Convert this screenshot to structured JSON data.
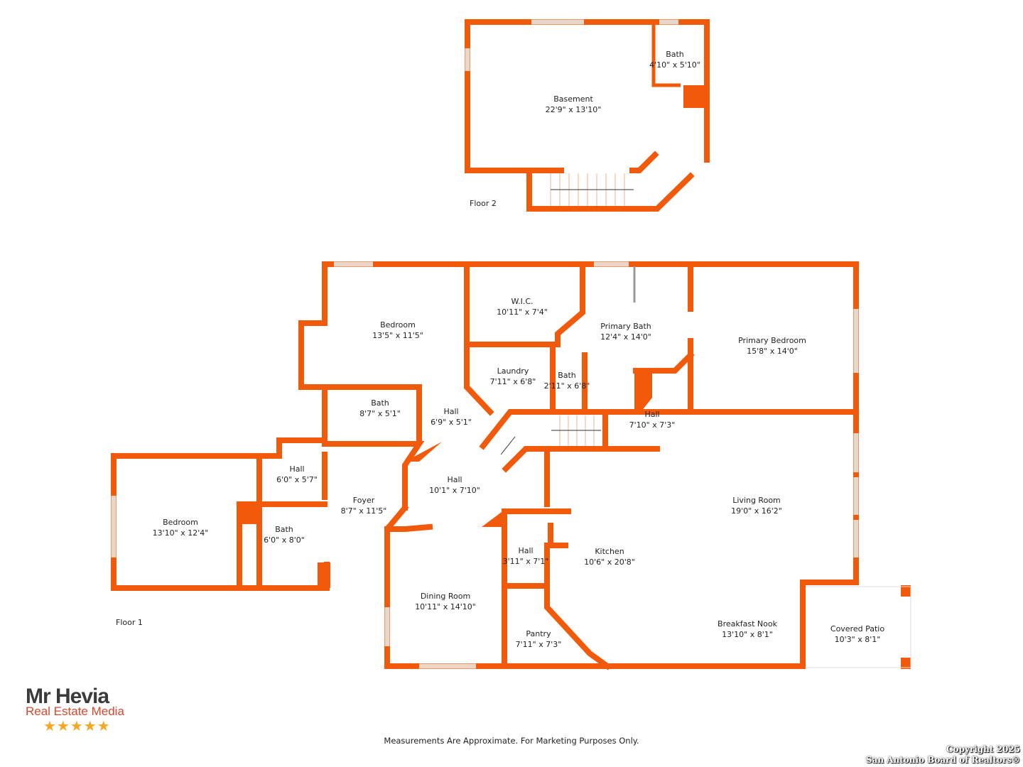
{
  "floors": {
    "floor2": "Floor 2",
    "floor1": "Floor 1"
  },
  "rooms": [
    {
      "name": "Basement",
      "dims": "22'9\" x 13'10\""
    },
    {
      "name": "Bath",
      "dims": "4'10\" x 5'10\""
    },
    {
      "name": "Bedroom",
      "dims": "13'5\" x 11'5\""
    },
    {
      "name": "W.I.C.",
      "dims": "10'11\" x 7'4\""
    },
    {
      "name": "Primary Bath",
      "dims": "12'4\" x 14'0\""
    },
    {
      "name": "Primary Bedroom",
      "dims": "15'8\" x 14'0\""
    },
    {
      "name": "Laundry",
      "dims": "7'11\" x 6'8\""
    },
    {
      "name": "Bath",
      "dims": "2'11\" x 6'8\""
    },
    {
      "name": "Bath",
      "dims": "8'7\" x 5'1\""
    },
    {
      "name": "Hall",
      "dims": "6'9\" x 5'1\""
    },
    {
      "name": "Hall",
      "dims": "7'10\" x 7'3\""
    },
    {
      "name": "Hall",
      "dims": "6'0\" x 5'7\""
    },
    {
      "name": "Hall",
      "dims": "10'1\" x 7'10\""
    },
    {
      "name": "Foyer",
      "dims": "8'7\" x 11'5\""
    },
    {
      "name": "Living Room",
      "dims": "19'0\" x 16'2\""
    },
    {
      "name": "Bedroom",
      "dims": "13'10\" x 12'4\""
    },
    {
      "name": "Bath",
      "dims": "6'0\" x 8'0\""
    },
    {
      "name": "Hall",
      "dims": "3'11\" x 7'1\""
    },
    {
      "name": "Kitchen",
      "dims": "10'6\" x 20'8\""
    },
    {
      "name": "Dining Room",
      "dims": "10'11\" x 14'10\""
    },
    {
      "name": "Pantry",
      "dims": "7'11\" x 7'3\""
    },
    {
      "name": "Breakfast Nook",
      "dims": "13'10\" x 8'1\""
    },
    {
      "name": "Covered Patio",
      "dims": "10'3\" x 8'1\""
    }
  ],
  "logo": {
    "line1": "Mr Hevia",
    "line2": "Real Estate Media",
    "stars": "★★★★★"
  },
  "footer": {
    "note": "Measurements Are Approximate. For Marketing Purposes Only.",
    "copyright1": "Copyright 2025",
    "copyright2": "San Antonio Board of Realtors®"
  },
  "colors": {
    "wall": "#F05A0A"
  }
}
